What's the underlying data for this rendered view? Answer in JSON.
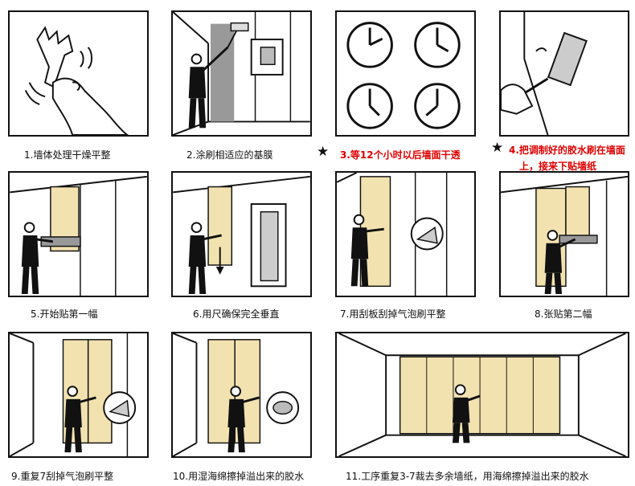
{
  "steps": [
    {
      "label": "1.墙体处理干燥平整"
    },
    {
      "label": "2.涂刷相适应的基膜"
    },
    {
      "label": "3.等12个小时以后墙面干透"
    },
    {
      "label_line1": "4.把调制好的胶水刷在墙面",
      "label_line2": "上，接来下贴墙纸"
    },
    {
      "label": "5.开始贴第一幅"
    },
    {
      "label": "6.用尺确保完全垂直"
    },
    {
      "label": "7.用刮板刮掉气泡刷平整"
    },
    {
      "label": "8.张贴第二幅"
    },
    {
      "label": "9.重复7刮掉气泡刷平整"
    },
    {
      "label": "10.用湿海绵擦掉溢出来的胶水"
    },
    {
      "label": "11.工序重复3-7裁去多余墙纸，用海绵擦掉溢出来的胶水"
    }
  ],
  "markers": {
    "star": "★"
  },
  "colors": {
    "highlight_text": "#e00000",
    "wallpaper": "#f2e2b0",
    "outline": "#111111"
  }
}
